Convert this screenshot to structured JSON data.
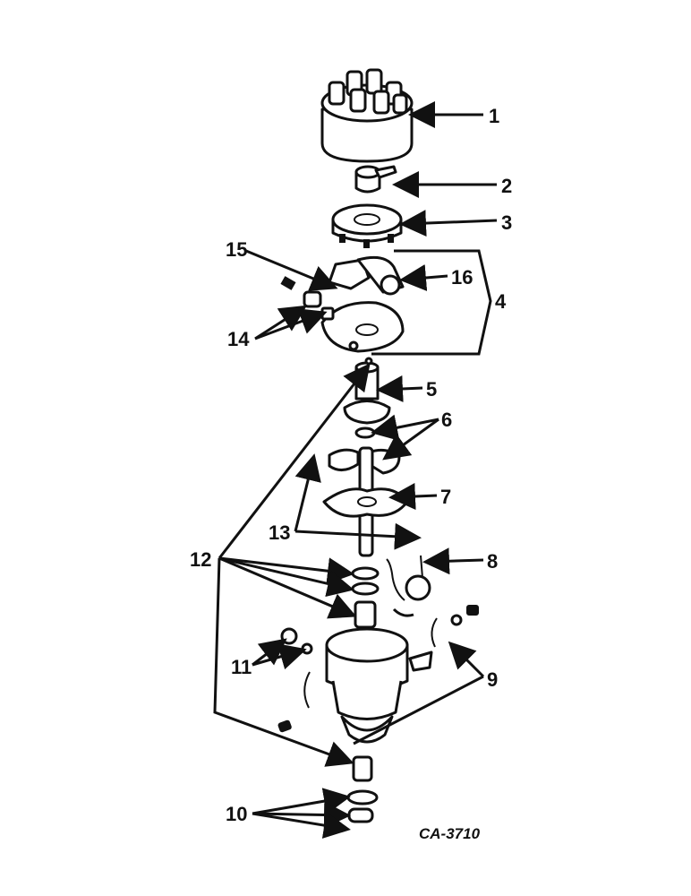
{
  "figure_code": "CA-3710",
  "callouts": [
    "1",
    "2",
    "3",
    "4",
    "5",
    "6",
    "7",
    "8",
    "9",
    "10",
    "11",
    "12",
    "13",
    "14",
    "15",
    "16"
  ],
  "parts": [
    {
      "id": "cap",
      "name": "distributor-cap-icon"
    },
    {
      "id": "rotor",
      "name": "rotor-icon"
    },
    {
      "id": "breaker-plate-cover",
      "name": "breaker-plate-icon"
    },
    {
      "id": "contact-set",
      "name": "contact-set-icon"
    },
    {
      "id": "cam",
      "name": "cam-icon"
    },
    {
      "id": "weights",
      "name": "advance-weight-icon"
    },
    {
      "id": "shaft",
      "name": "shaft-icon"
    },
    {
      "id": "condenser",
      "name": "condenser-icon"
    },
    {
      "id": "housing",
      "name": "housing-icon"
    },
    {
      "id": "gear",
      "name": "drive-gear-icon"
    }
  ]
}
